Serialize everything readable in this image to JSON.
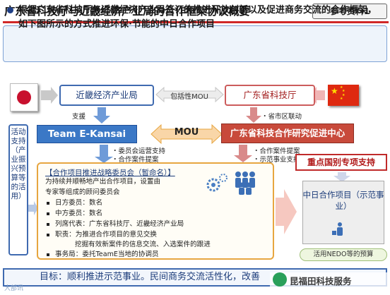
{
  "header": {
    "title": "广东省科技厅与近畿经济产业局的合作框架协议概要",
    "reference": "参考资料1"
  },
  "summary": {
    "text": "根据广东省科技厅与近畿经济产业局签订的推进开放创新以及促进商务交流的合作框架，如下图所示的方式推进环保·节能的中日合作项目"
  },
  "flags": {
    "japan": "japan-flag",
    "china": "china-flag"
  },
  "top": {
    "kinki": "近畿经济产业局",
    "guangdong": "广东省科技厅",
    "mou": "包括性MOU",
    "support": "支援",
    "linkage": "省市区联动"
  },
  "left_rail": "活动支持（产业振兴预算等的活用）",
  "middle": {
    "team": "Team E-Kansai",
    "mou": "MOU",
    "center": "广东省科技合作研究促进中心",
    "team_tasks": [
      "委员会运营支持",
      "合作案件提案"
    ],
    "center_tasks": [
      "合作案件提案",
      "示范事业支持"
    ]
  },
  "committee": {
    "title": "【合作项目推进战略委员会（暂命名）】",
    "intro": [
      "为持续并顺畅地产出合作项目，设置由",
      "专家等组成的顾问委员会"
    ],
    "items": [
      "日方委员：数名",
      "中方委员：数名",
      "列席代表：广东省科技厅、近畿经济产业局",
      "职责：为推进合作项目的意见交换"
    ],
    "duty_cont": "挖掘有效新案件的信息交流、入选案件的跟进",
    "office": "事务局：委托TeamE当地的协调员"
  },
  "right": {
    "key_support": "重点国别专项支持",
    "demo_title": "中日合作项目（示范事业）",
    "nedo": "活用NEDO等的预算"
  },
  "goal": {
    "text": "目标：顺利推进示范事业。民间商务交流活性化，改善"
  },
  "watermarks": {
    "left": "大部讯",
    "right": "昆福田科技服务"
  },
  "colors": {
    "accent_red": "#d02828",
    "blue": "#3b78c6",
    "red_box": "#c84a3b",
    "orange": "#e7a640"
  }
}
